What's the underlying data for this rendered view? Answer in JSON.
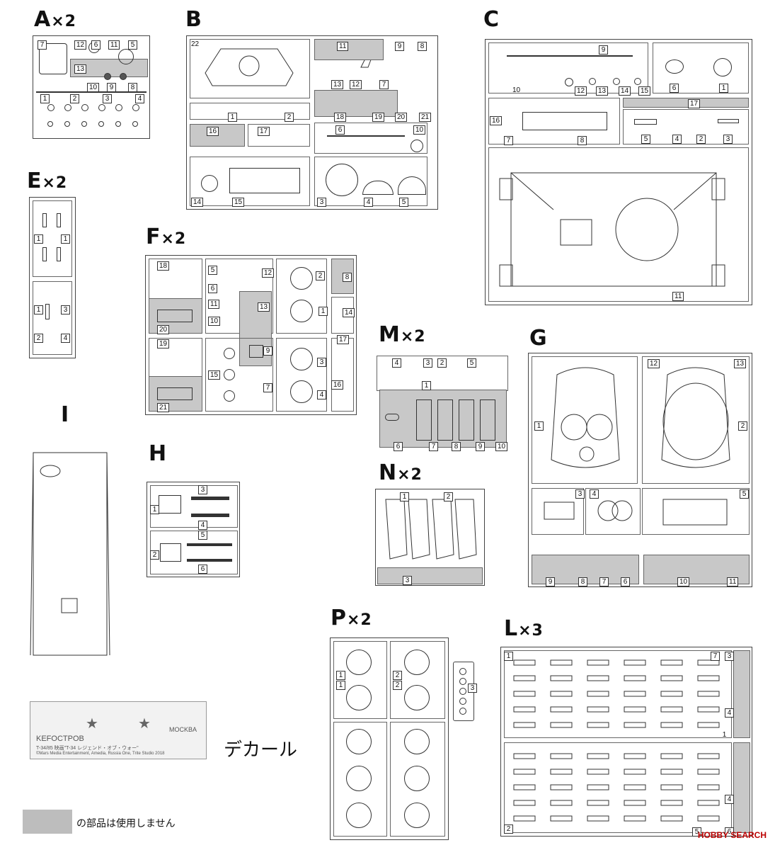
{
  "sprues": {
    "A": {
      "label": "A",
      "mult": "×2"
    },
    "B": {
      "label": "B",
      "mult": ""
    },
    "C": {
      "label": "C",
      "mult": ""
    },
    "E": {
      "label": "E",
      "mult": "×2"
    },
    "F": {
      "label": "F",
      "mult": "×2"
    },
    "G": {
      "label": "G",
      "mult": ""
    },
    "H": {
      "label": "H",
      "mult": ""
    },
    "I": {
      "label": "I",
      "mult": ""
    },
    "L": {
      "label": "L",
      "mult": "×3"
    },
    "M": {
      "label": "M",
      "mult": "×2"
    },
    "N": {
      "label": "N",
      "mult": "×2"
    },
    "P": {
      "label": "P",
      "mult": "×2"
    }
  },
  "parts": {
    "A": [
      "7",
      "12",
      "6",
      "11",
      "5",
      "13",
      "10",
      "9",
      "8",
      "1",
      "2",
      "3",
      "4"
    ],
    "B": [
      "22",
      "11",
      "9",
      "8",
      "13",
      "12",
      "7",
      "1",
      "2",
      "18",
      "19",
      "20",
      "21",
      "16",
      "17",
      "6",
      "10",
      "14",
      "15",
      "3",
      "4",
      "5"
    ],
    "C": [
      "9",
      "6",
      "1",
      "10",
      "12",
      "13",
      "14",
      "15",
      "16",
      "17",
      "7",
      "8",
      "5",
      "4",
      "2",
      "3",
      "11"
    ],
    "E": [
      "1",
      "1",
      "1",
      "3",
      "2",
      "4"
    ],
    "F": [
      "18",
      "5",
      "12",
      "2",
      "8",
      "6",
      "11",
      "13",
      "1",
      "10",
      "14",
      "20",
      "17",
      "19",
      "9",
      "3",
      "15",
      "16",
      "7",
      "4",
      "21"
    ],
    "G": [
      "12",
      "13",
      "1",
      "2",
      "3",
      "4",
      "5",
      "9",
      "8",
      "7",
      "6",
      "10",
      "11"
    ],
    "H": [
      "3",
      "1",
      "4",
      "5",
      "2",
      "6"
    ],
    "L": [
      "1",
      "7",
      "3",
      "4",
      "1",
      "2",
      "4",
      "5",
      "6"
    ],
    "M": [
      "4",
      "3",
      "2",
      "5",
      "1",
      "6",
      "7",
      "8",
      "9",
      "10"
    ],
    "N": [
      "1",
      "2",
      "3"
    ],
    "P": [
      "1",
      "1",
      "2",
      "2",
      "3"
    ]
  },
  "decal": {
    "label": "デカール",
    "line1": "KEFOCTPOB",
    "line2": "MOCKBA",
    "credit": "T-34/85 映画\"T-34 レジェンド・オブ・ウォー\"",
    "credit2": "©Mars Media Entertainment, Amedia, Russia One, Trite Studio 2018"
  },
  "legend": {
    "text": "の部品は使用しません"
  },
  "watermark": {
    "text": "HOBBY SEARCH"
  },
  "colors": {
    "unused": "#c8c8c8",
    "line": "#333333"
  }
}
